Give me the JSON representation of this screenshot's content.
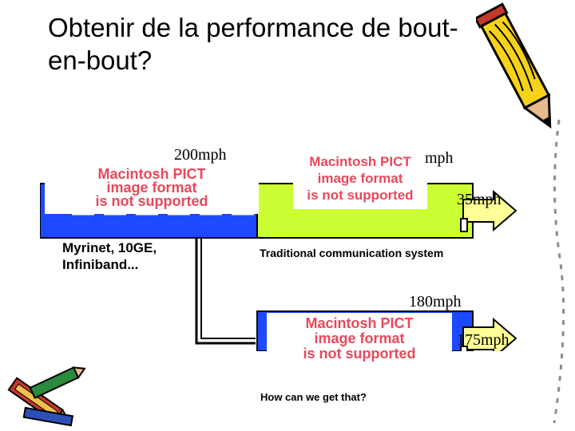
{
  "title": "Obtenir de la performance de bout-en-bout?",
  "speeds": {
    "top_left": "200mph",
    "top_mid": "mph",
    "top_right": "35mph",
    "bottom_top": "180mph",
    "bottom_right": "175mph"
  },
  "labels": {
    "myrinet": "Myrinet, 10GE, Infiniband...",
    "traditional": "Traditional communication system",
    "question": "How can we get that?"
  },
  "pict_placeholder": "Macintosh PICT\nimage format\nis not supported",
  "colors": {
    "green": "#ccff33",
    "arrow_fill": "#ffff99",
    "pict_red": "#e8485a",
    "pict_grey": "#b9b9b9"
  },
  "icons": [
    "pencil-icon",
    "pencils-clipart-icon"
  ]
}
